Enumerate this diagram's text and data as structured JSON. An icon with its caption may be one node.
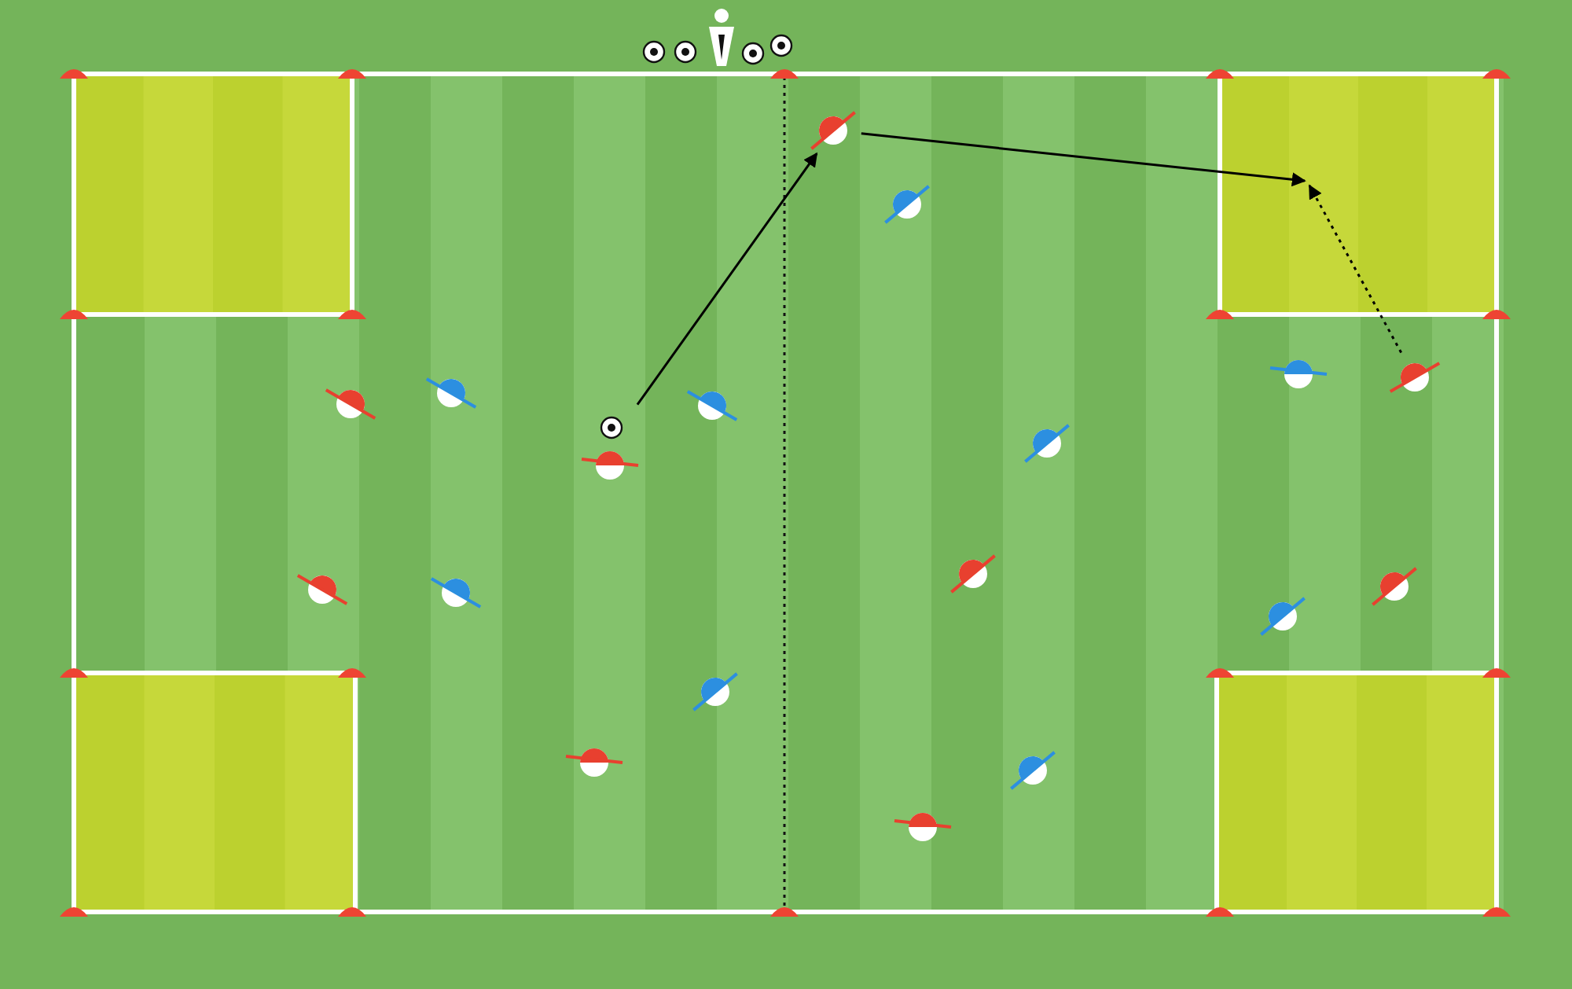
{
  "diagram": {
    "nodes": [
      {
        "text": [],
        "shape": "person"
      },
      {
        "text": [],
        "shape": "person"
      },
      {
        "text": [],
        "shape": "person"
      }
    ],
    "edges": [
      {
        "from": 0,
        "to": 1,
        "arrow": "to"
      },
      {
        "from": 1,
        "to": null,
        "arrow": "to"
      },
      {
        "from": 2,
        "to": null,
        "arrow": "to",
        "style": "dashed"
      }
    ]
  }
}
